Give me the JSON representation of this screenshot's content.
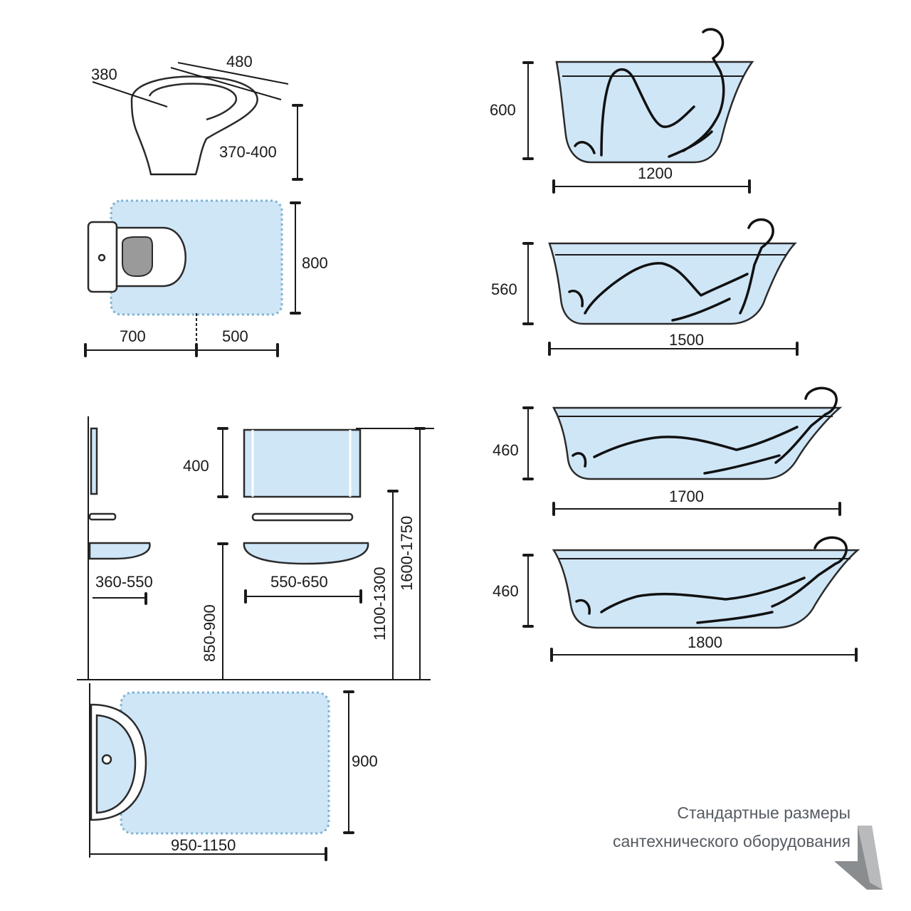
{
  "toilet": {
    "depth": "380",
    "width": "480",
    "height": "370-400",
    "zone_depth": "800",
    "bowl_length": "700",
    "front_clearance": "500"
  },
  "washbasin": {
    "side_projection": "360-550",
    "mirror_height": "400",
    "basin_width": "550-650",
    "basin_height": "850-900",
    "mirror_bottom": "1100-1300",
    "mirror_top": "1600-1750",
    "zone_depth": "900",
    "zone_width": "950-1150"
  },
  "baths": [
    {
      "height": "600",
      "length": "1200"
    },
    {
      "height": "560",
      "length": "1500"
    },
    {
      "height": "460",
      "length": "1700"
    },
    {
      "height": "460",
      "length": "1800"
    }
  ],
  "caption": {
    "line1": "Стандартные размеры",
    "line2": "сантехнического оборудования"
  },
  "colors": {
    "water": "#cfe6f7",
    "zone_border": "#7fb3d1",
    "line": "#1a1a1a"
  }
}
